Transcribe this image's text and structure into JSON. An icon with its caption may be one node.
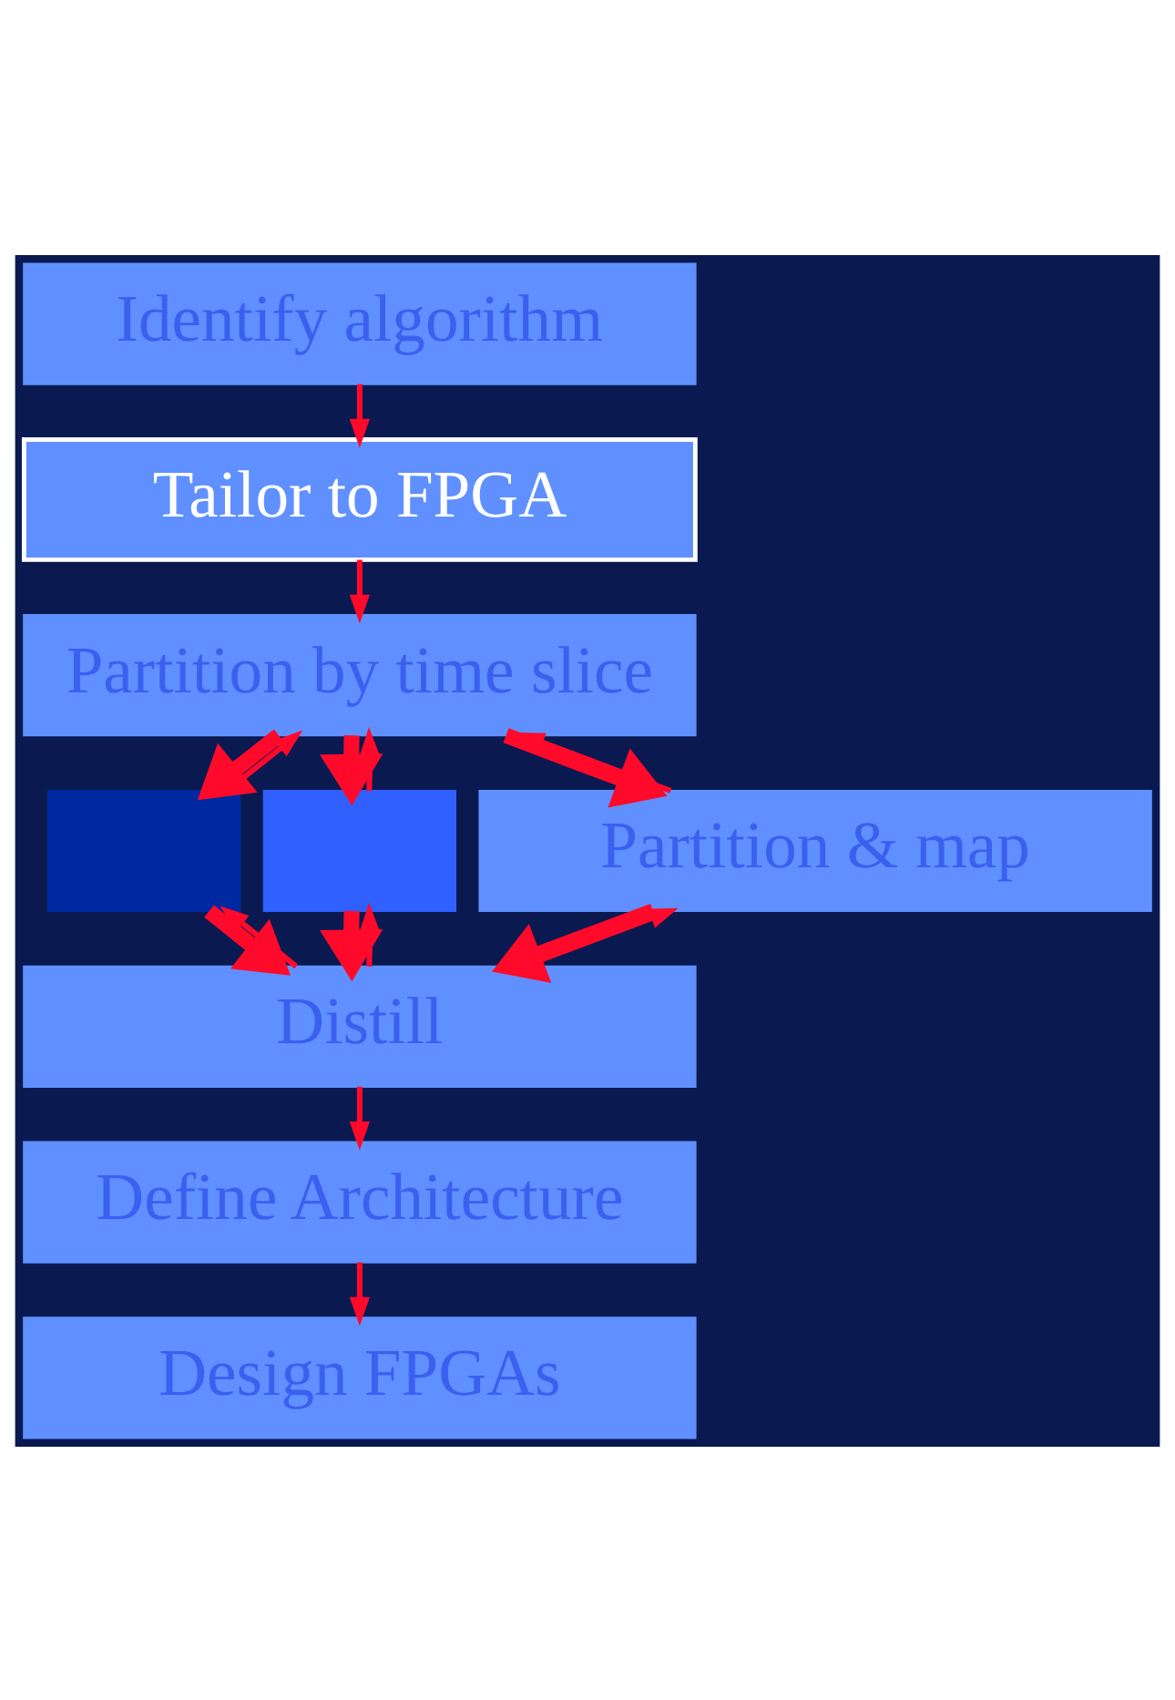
{
  "diagram": {
    "nodes": [
      {
        "text": [
          "Identify algorithm"
        ]
      },
      {
        "text": [
          "Tailor to FPGA"
        ]
      },
      {
        "text": [
          "Partition by time slice"
        ]
      },
      {
        "text": [],
        "shape": "box"
      },
      {
        "text": [],
        "shape": "box"
      },
      {
        "text": [
          "Partition & map"
        ]
      },
      {
        "text": [
          "Distill"
        ]
      },
      {
        "text": [
          "Define Architecture"
        ]
      },
      {
        "text": [
          "Design FPGAs"
        ]
      }
    ],
    "edges": [
      {
        "from": 0,
        "to": 1,
        "arrow": "to"
      },
      {
        "from": 1,
        "to": 2,
        "arrow": "to"
      },
      {
        "from": 2,
        "to": 3,
        "arrow": "to",
        "style": "thick"
      },
      {
        "from": 2,
        "to": 4,
        "arrow": "to",
        "style": "thick"
      },
      {
        "from": 2,
        "to": 5,
        "arrow": "to",
        "style": "thick"
      },
      {
        "from": 3,
        "to": 6,
        "arrow": "to",
        "style": "thick"
      },
      {
        "from": 4,
        "to": 6,
        "arrow": "to",
        "style": "thick"
      },
      {
        "from": 5,
        "to": 6,
        "arrow": "to",
        "style": "thick"
      },
      {
        "from": 3,
        "to": 2,
        "arrow": "to"
      },
      {
        "from": 4,
        "to": 2,
        "arrow": "to"
      },
      {
        "from": 5,
        "to": 2,
        "arrow": "to"
      },
      {
        "from": 6,
        "to": 3,
        "arrow": "to"
      },
      {
        "from": 6,
        "to": 4,
        "arrow": "to"
      },
      {
        "from": 6,
        "to": 5,
        "arrow": "to"
      },
      {
        "from": 6,
        "to": 7,
        "arrow": "to"
      },
      {
        "from": 7,
        "to": 8,
        "arrow": "to"
      }
    ]
  }
}
